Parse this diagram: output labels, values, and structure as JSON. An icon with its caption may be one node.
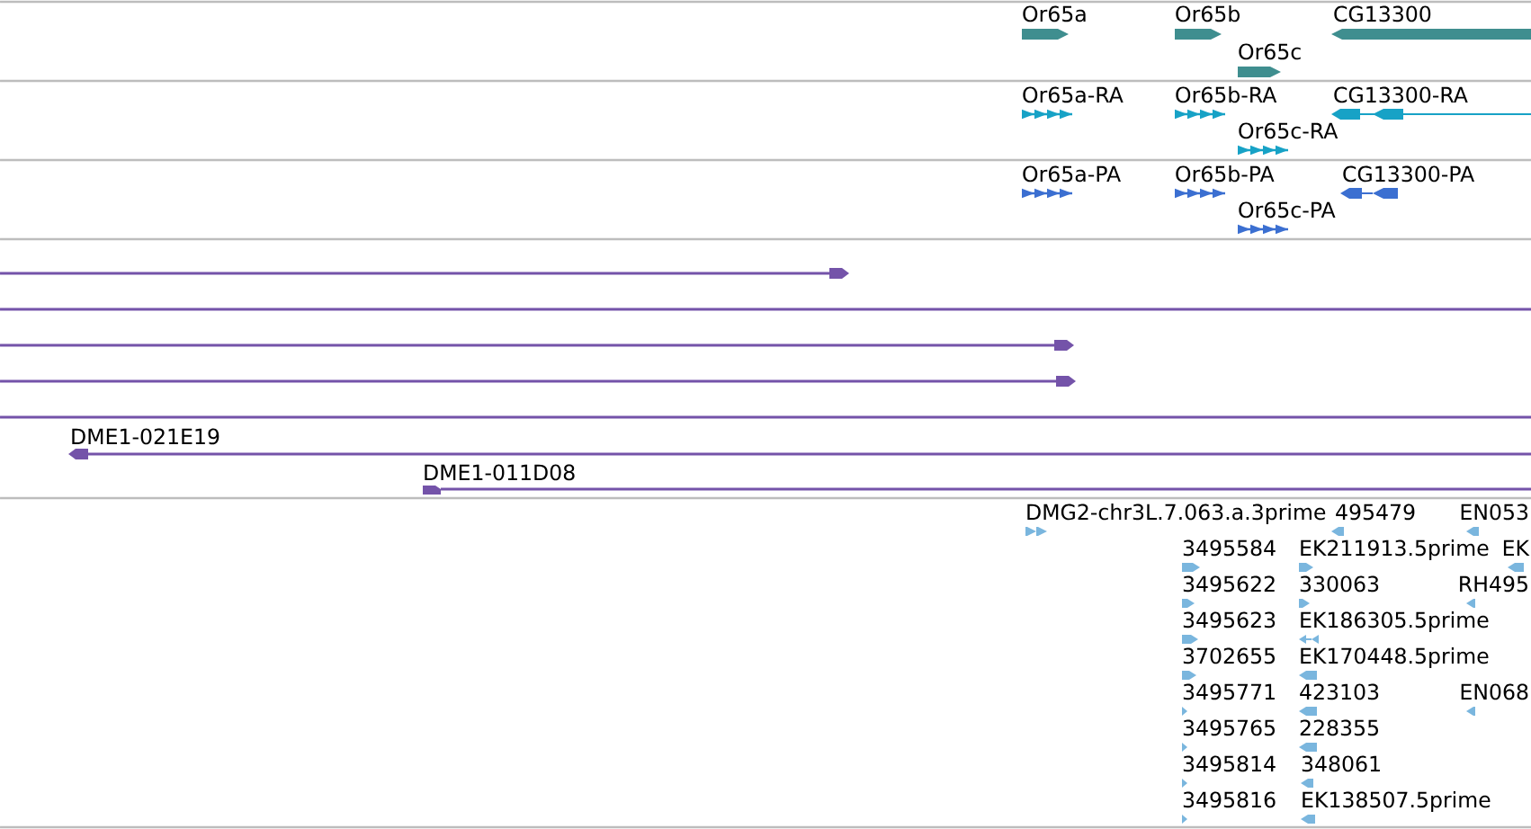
{
  "diagram": {
    "labels": [
      "Or65a",
      "Or65b",
      "CG13300",
      "Or65c",
      "Or65a-RA",
      "Or65b-RA",
      "CG13300-RA",
      "Or65c-RA",
      "Or65a-PA",
      "Or65b-PA",
      "CG13300-PA",
      "Or65c-PA",
      "DME1-021E19",
      "DME1-011D08",
      "DMG2-chr3L.7.063.a.3prime",
      "495479",
      "EN053",
      "3495584",
      "EK211913.5prime",
      "EK",
      "3495622",
      "330063",
      "RH495",
      "3495623",
      "EK186305.5prime",
      "3702655",
      "EK170448.5prime",
      "3495771",
      "423103",
      "EN068",
      "3495765",
      "228355",
      "3495814",
      "348061",
      "3495816",
      "EK138507.5prime"
    ]
  }
}
